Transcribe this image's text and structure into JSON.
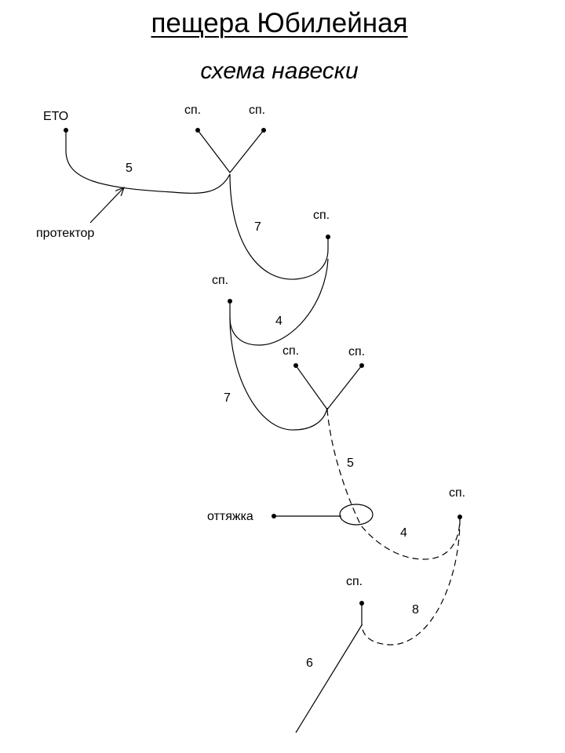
{
  "title": "пещера Юбилейная",
  "subtitle": "схема навески",
  "labels": {
    "eto": "ЕТО",
    "anchor": "сп.",
    "protector": "протектор",
    "deviation": "оттяжка"
  },
  "rope_lengths": {
    "r1": "5",
    "r2": "7",
    "r3": "4",
    "r4": "7",
    "r5": "5",
    "r6": "4",
    "r7": "8",
    "r8": "6"
  }
}
